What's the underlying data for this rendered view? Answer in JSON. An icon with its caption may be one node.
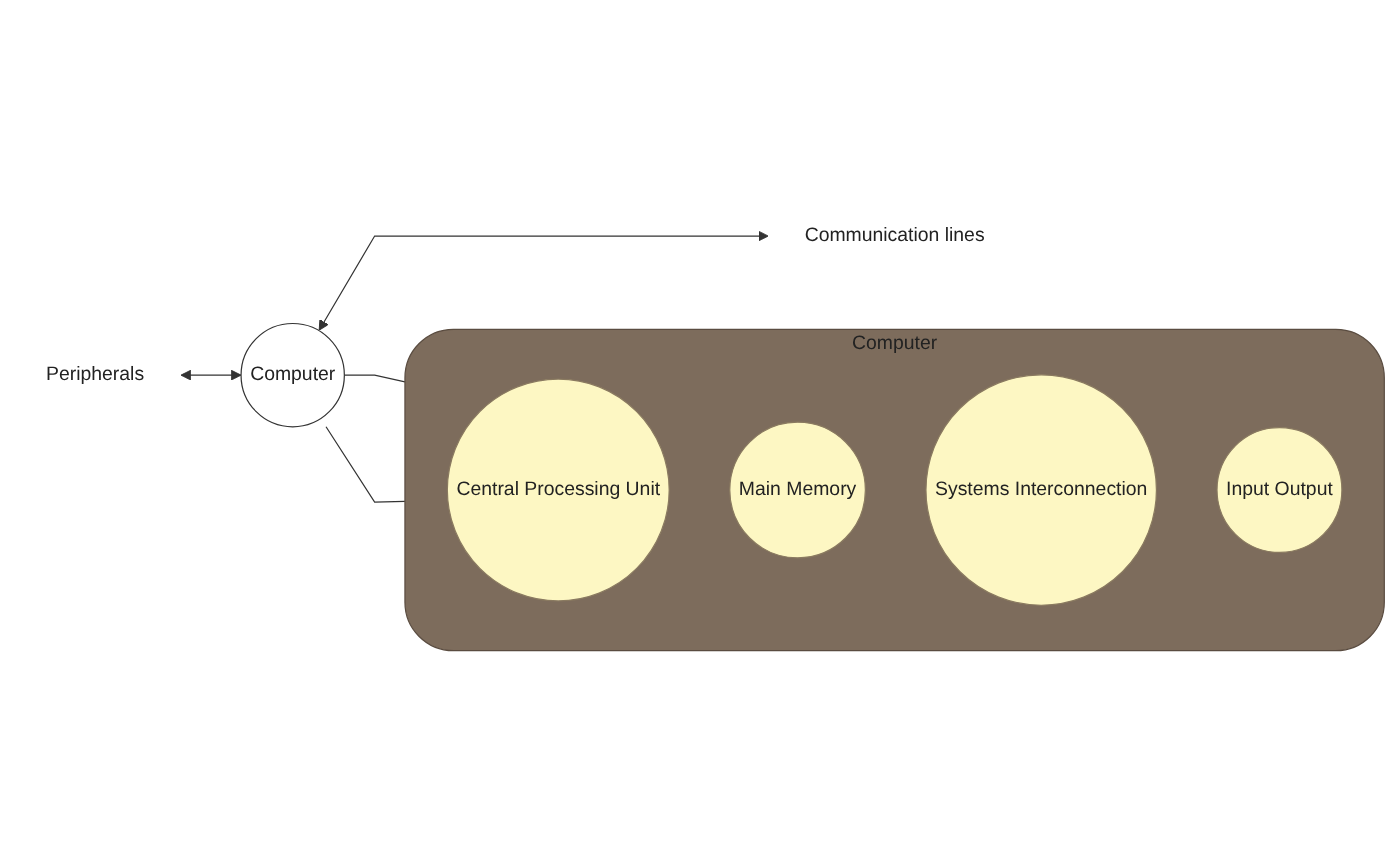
{
  "diagram": {
    "nodes": [
      {
        "text": [
          "Peripherals"
        ]
      },
      {
        "text": [
          "Computer"
        ]
      },
      {
        "text": [
          "Communication lines"
        ]
      },
      {
        "text": [
          "Computer"
        ]
      },
      {
        "text": [
          "Central Processing Unit"
        ],
        "in": 3
      },
      {
        "text": [
          "Main Memory"
        ],
        "in": 3
      },
      {
        "text": [
          "Systems Interconnection"
        ],
        "in": 3
      },
      {
        "text": [
          "Input Output"
        ],
        "in": 3
      }
    ],
    "edges": [
      {
        "from": 0,
        "to": 1,
        "arrow": "both"
      },
      {
        "from": 1,
        "to": 2,
        "arrow": "both"
      },
      {
        "from": 1,
        "to": 3,
        "arrow": "none"
      },
      {
        "from": 1,
        "to": 3,
        "arrow": "none"
      }
    ]
  }
}
